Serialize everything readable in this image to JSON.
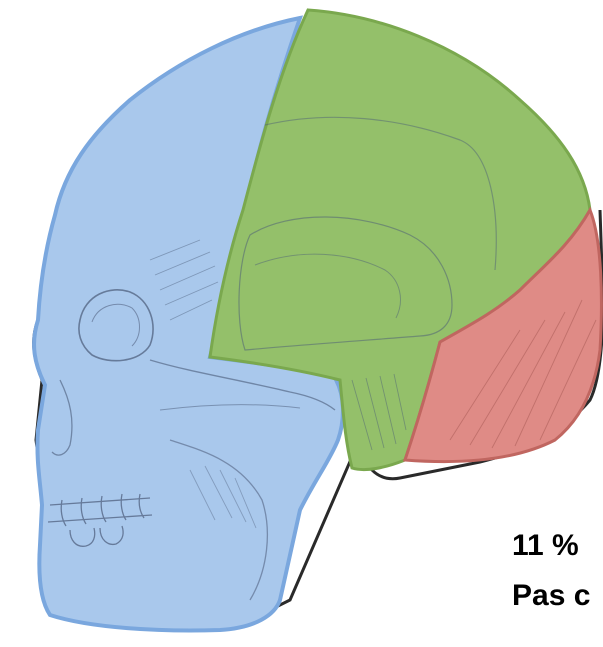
{
  "figure": {
    "regions": [
      {
        "key": "face",
        "color": "#a9c8ec",
        "outline": "#7aa7de"
      },
      {
        "key": "cranium",
        "color": "#94c06a",
        "outline": "#7aa84e"
      },
      {
        "key": "occipital",
        "color": "#df8b86",
        "outline": "#c06660"
      }
    ],
    "sketch_color": "#4a5a78"
  },
  "captions": {
    "line1": "11 %",
    "line2": "Pas c"
  }
}
